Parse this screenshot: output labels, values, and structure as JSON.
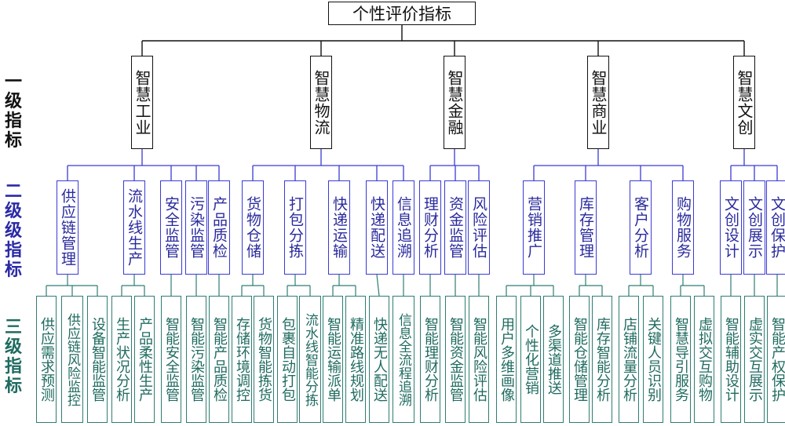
{
  "title": "个性评价指标",
  "side_labels": {
    "level1": [
      "一",
      "级",
      "指",
      "标"
    ],
    "level2": [
      "二",
      "级",
      "级",
      "指",
      "标"
    ],
    "level3": [
      "三",
      "级",
      "指",
      "标"
    ]
  },
  "level1": [
    {
      "label": "智慧工业"
    },
    {
      "label": "智慧物流"
    },
    {
      "label": "智慧金融"
    },
    {
      "label": "智慧商业"
    },
    {
      "label": "智慧文创"
    }
  ],
  "level2": [
    {
      "label": "供应链管理",
      "parent": 0
    },
    {
      "label": "流水线生产",
      "parent": 0
    },
    {
      "label": "安全监管",
      "parent": 0
    },
    {
      "label": "污染监管",
      "parent": 0
    },
    {
      "label": "产品质检",
      "parent": 0
    },
    {
      "label": "货物仓储",
      "parent": 1
    },
    {
      "label": "打包分拣",
      "parent": 1
    },
    {
      "label": "快递运输",
      "parent": 1
    },
    {
      "label": "快递配送",
      "parent": 1
    },
    {
      "label": "信息追溯",
      "parent": 1
    },
    {
      "label": "理财分析",
      "parent": 2
    },
    {
      "label": "资金监管",
      "parent": 2
    },
    {
      "label": "风险评估",
      "parent": 2
    },
    {
      "label": "营销推广",
      "parent": 3
    },
    {
      "label": "库存管理",
      "parent": 3
    },
    {
      "label": "客户分析",
      "parent": 3
    },
    {
      "label": "购物服务",
      "parent": 3
    },
    {
      "label": "文创设计",
      "parent": 4
    },
    {
      "label": "文创展示",
      "parent": 4
    },
    {
      "label": "文创保护",
      "parent": 4
    }
  ],
  "level3": [
    {
      "label": "供应需求预测",
      "parent": 0
    },
    {
      "label": "供应链风险监控",
      "parent": 0
    },
    {
      "label": "设备智能监管",
      "parent": 0
    },
    {
      "label": "生产状况分析",
      "parent": 1
    },
    {
      "label": "产品柔性生产",
      "parent": 1
    },
    {
      "label": "智能安全监管",
      "parent": 2
    },
    {
      "label": "智能污染监管",
      "parent": 3
    },
    {
      "label": "智能产品质检",
      "parent": 4
    },
    {
      "label": "存储环境调控",
      "parent": 5
    },
    {
      "label": "货物智能拣货",
      "parent": 5
    },
    {
      "label": "包裹自动打包",
      "parent": 6
    },
    {
      "label": "流水线智能分拣",
      "parent": 6
    },
    {
      "label": "智能运输派单",
      "parent": 7
    },
    {
      "label": "精准路线规划",
      "parent": 7
    },
    {
      "label": "快递无人配送",
      "parent": 8
    },
    {
      "label": "信息全流程追溯",
      "parent": 9
    },
    {
      "label": "智能理财分析",
      "parent": 10
    },
    {
      "label": "智能资金监管",
      "parent": 11
    },
    {
      "label": "智能风险评估",
      "parent": 12
    },
    {
      "label": "用户多维画像",
      "parent": 13
    },
    {
      "label": "个性化营销",
      "parent": 13
    },
    {
      "label": "多渠道推送",
      "parent": 13
    },
    {
      "label": "智能仓储管理",
      "parent": 14
    },
    {
      "label": "库存智能分析",
      "parent": 14
    },
    {
      "label": "店铺流量分析",
      "parent": 15
    },
    {
      "label": "关键人员识别",
      "parent": 15
    },
    {
      "label": "智慧导引服务",
      "parent": 16
    },
    {
      "label": "虚拟交互购物",
      "parent": 16
    },
    {
      "label": "智能辅助设计",
      "parent": 17
    },
    {
      "label": "虚实交互展示",
      "parent": 18
    },
    {
      "label": "智能产权保护",
      "parent": 19
    }
  ],
  "colors": {
    "level1": "#111111",
    "level2": "#2a2a9e",
    "level3": "#1f6b60",
    "level2_line": "#3a3ad6",
    "level3_line": "#2e7d72"
  }
}
